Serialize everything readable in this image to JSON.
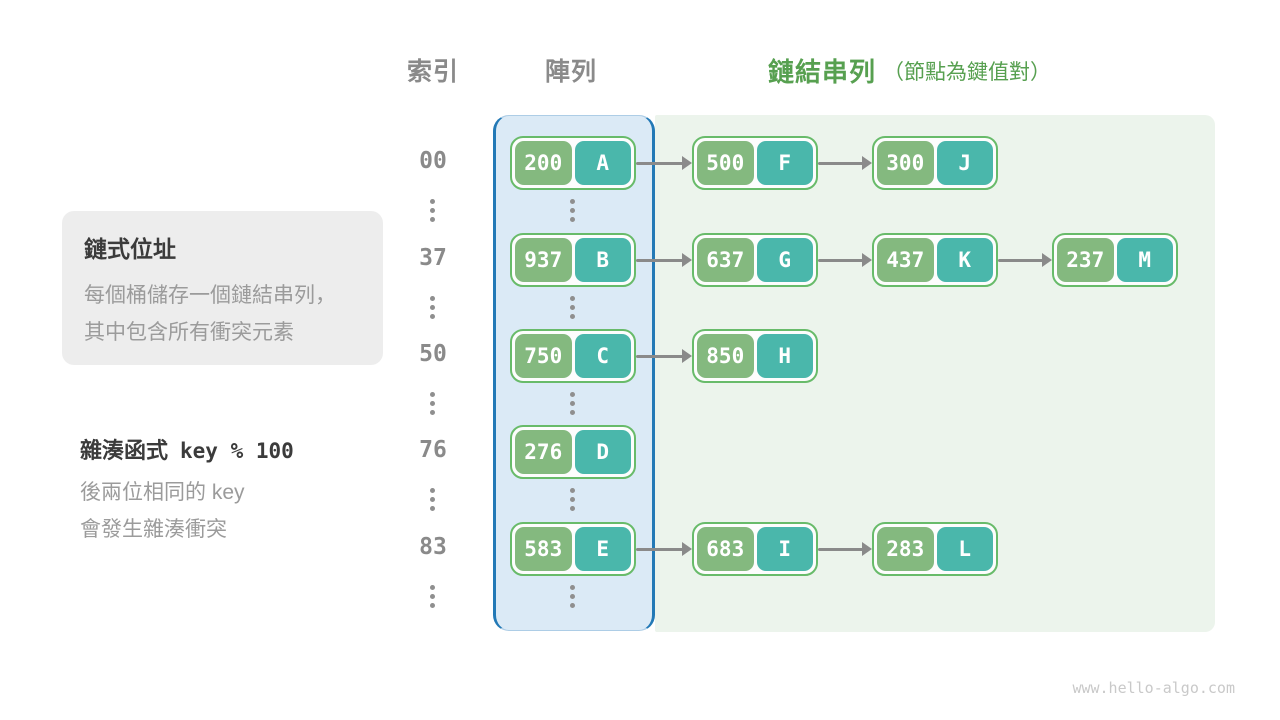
{
  "page": {
    "watermark": "www.hello-algo.com"
  },
  "header": {
    "index": "索引",
    "array": "陣列",
    "list_title": "鏈結串列",
    "list_note": "（節點為鍵值對）"
  },
  "notes": {
    "chaining": {
      "title": "鏈式位址",
      "lines": [
        "每個桶儲存一個鏈結串列，",
        "其中包含所有衝突元素"
      ]
    },
    "hash": {
      "title": "雜湊函式",
      "code": "key % 100",
      "lines": [
        "後兩位相同的 key",
        "會發生雜湊衝突"
      ]
    }
  },
  "ellipsis_icon": "⋮",
  "rows": [
    {
      "index": "00",
      "nodes": [
        {
          "key": "200",
          "val": "A"
        },
        {
          "key": "500",
          "val": "F"
        },
        {
          "key": "300",
          "val": "J"
        }
      ]
    },
    {
      "index": "37",
      "nodes": [
        {
          "key": "937",
          "val": "B"
        },
        {
          "key": "637",
          "val": "G"
        },
        {
          "key": "437",
          "val": "K"
        },
        {
          "key": "237",
          "val": "M"
        }
      ]
    },
    {
      "index": "50",
      "nodes": [
        {
          "key": "750",
          "val": "C"
        },
        {
          "key": "850",
          "val": "H"
        }
      ]
    },
    {
      "index": "76",
      "nodes": [
        {
          "key": "276",
          "val": "D"
        }
      ]
    },
    {
      "index": "83",
      "nodes": [
        {
          "key": "583",
          "val": "E"
        },
        {
          "key": "683",
          "val": "I"
        },
        {
          "key": "283",
          "val": "L"
        }
      ]
    }
  ],
  "colors": {
    "accent_green_text": "#57a050",
    "node_border_green": "#68bb6a",
    "key_fill_green": "#84b97f",
    "value_fill_teal": "#4ab7ab",
    "array_region_fill": "#dbeaf6",
    "array_region_border": "#2379b6",
    "list_region_fill": "#ecf4ec",
    "note_box_fill": "#ededed",
    "gray_text": "#8a8a8a",
    "arrow_gray": "#8a8a8a"
  }
}
